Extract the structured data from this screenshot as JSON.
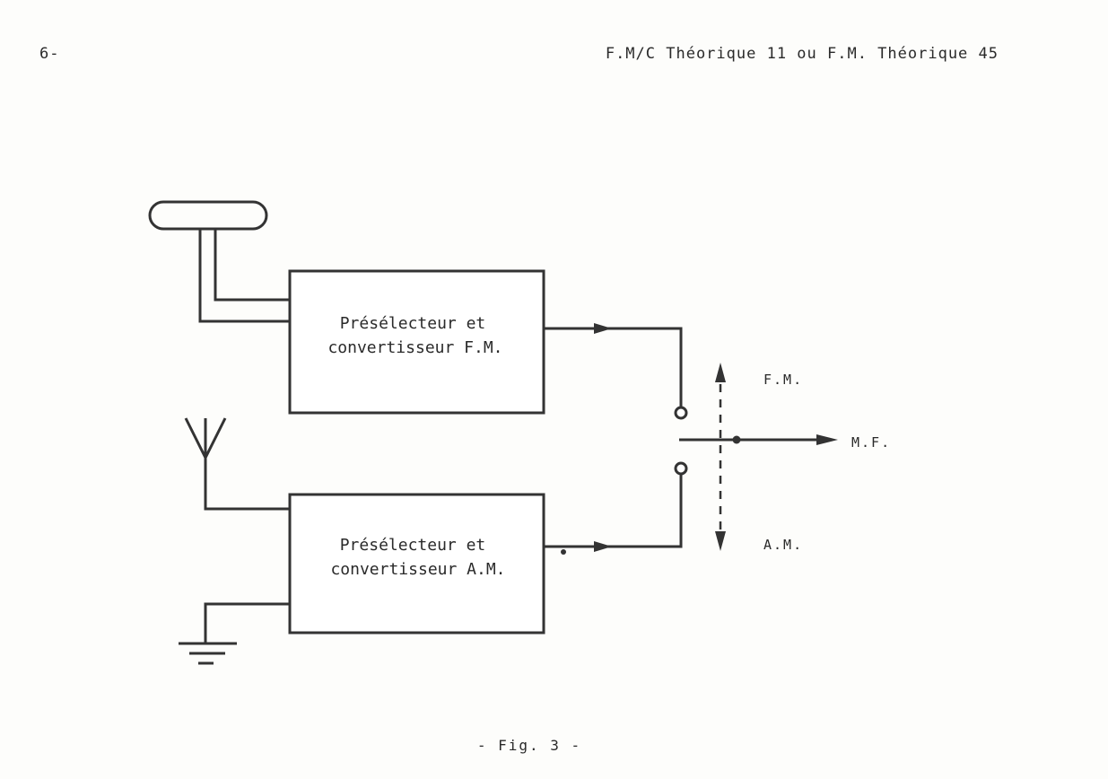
{
  "header": {
    "page_number": "6-",
    "title": "F.M/C Théorique 11  ou  F.M. Théorique 45"
  },
  "blocks": {
    "fm": {
      "line1": "Présélecteur et",
      "line2": "convertisseur F.M."
    },
    "am": {
      "line1": "Présélecteur et",
      "line2": "convertisseur A.M."
    }
  },
  "switch_labels": {
    "fm": "F.M.",
    "mf": "M.F.",
    "am": "A.M."
  },
  "caption": "- Fig. 3 -",
  "icons": {
    "dipole": "fm-dipole-antenna-icon",
    "whip": "am-whip-antenna-icon",
    "ground": "ground-icon",
    "switch": "fm-am-selector-switch"
  },
  "colors": {
    "ink": "#333333",
    "paper": "#fdfdfb"
  }
}
